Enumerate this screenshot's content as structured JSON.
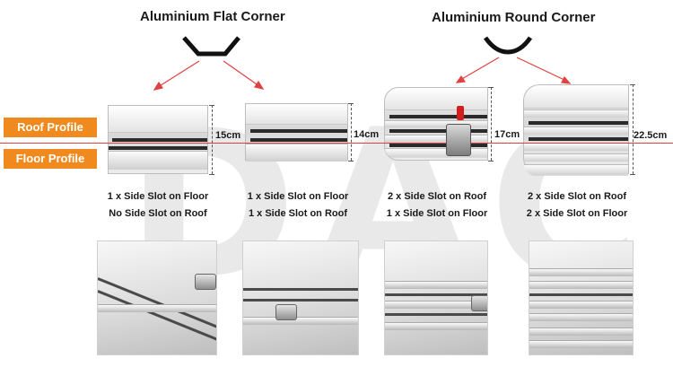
{
  "titles": {
    "flat": "Aluminium Flat Corner",
    "round": "Aluminium Round Corner"
  },
  "badges": {
    "roof": "Roof Profile",
    "floor": "Floor Profile"
  },
  "watermark": "DAC",
  "profiles": [
    {
      "height": "15cm",
      "caption_line1": "1 x Side Slot on Floor",
      "caption_line2": "No Side Slot on Roof"
    },
    {
      "height": "14cm",
      "caption_line1": "1 x Side Slot on Floor",
      "caption_line2": "1 x Side Slot on Roof"
    },
    {
      "height": "17cm",
      "caption_line1": "2 x Side Slot on Roof",
      "caption_line2": "1 x Side Slot on Floor"
    },
    {
      "height": "22.5cm",
      "caption_line1": "2 x Side Slot on Roof",
      "caption_line2": "2 x Side Slot on Floor"
    }
  ],
  "colors": {
    "accent_orange": "#f08a1e",
    "guide_red": "#e04040",
    "latch_red": "#d11d1d"
  },
  "icons": {
    "flat_corner": "flat-corner-shape-icon",
    "round_corner": "round-corner-shape-icon"
  }
}
